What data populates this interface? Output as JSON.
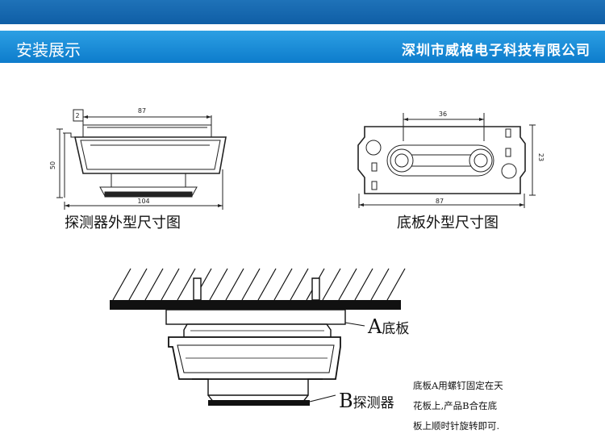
{
  "header": {
    "title": "安装展示",
    "company": "深圳市威格电子科技有限公司"
  },
  "diagram1": {
    "caption": "探测器外型尺寸图",
    "dims": {
      "top": "87",
      "bottom": "104",
      "height": "50",
      "small": "2"
    }
  },
  "diagram2": {
    "caption": "底板外型尺寸图",
    "dims": {
      "slot": "36",
      "width": "87",
      "height": "23"
    }
  },
  "install": {
    "label_a_letter": "A",
    "label_a_text": "底板",
    "label_b_letter": "B",
    "label_b_text": "探测器",
    "note": [
      "底板A用螺钉固定在天",
      "花板上,产品B合在底",
      "板上顺时针旋转即可."
    ]
  }
}
